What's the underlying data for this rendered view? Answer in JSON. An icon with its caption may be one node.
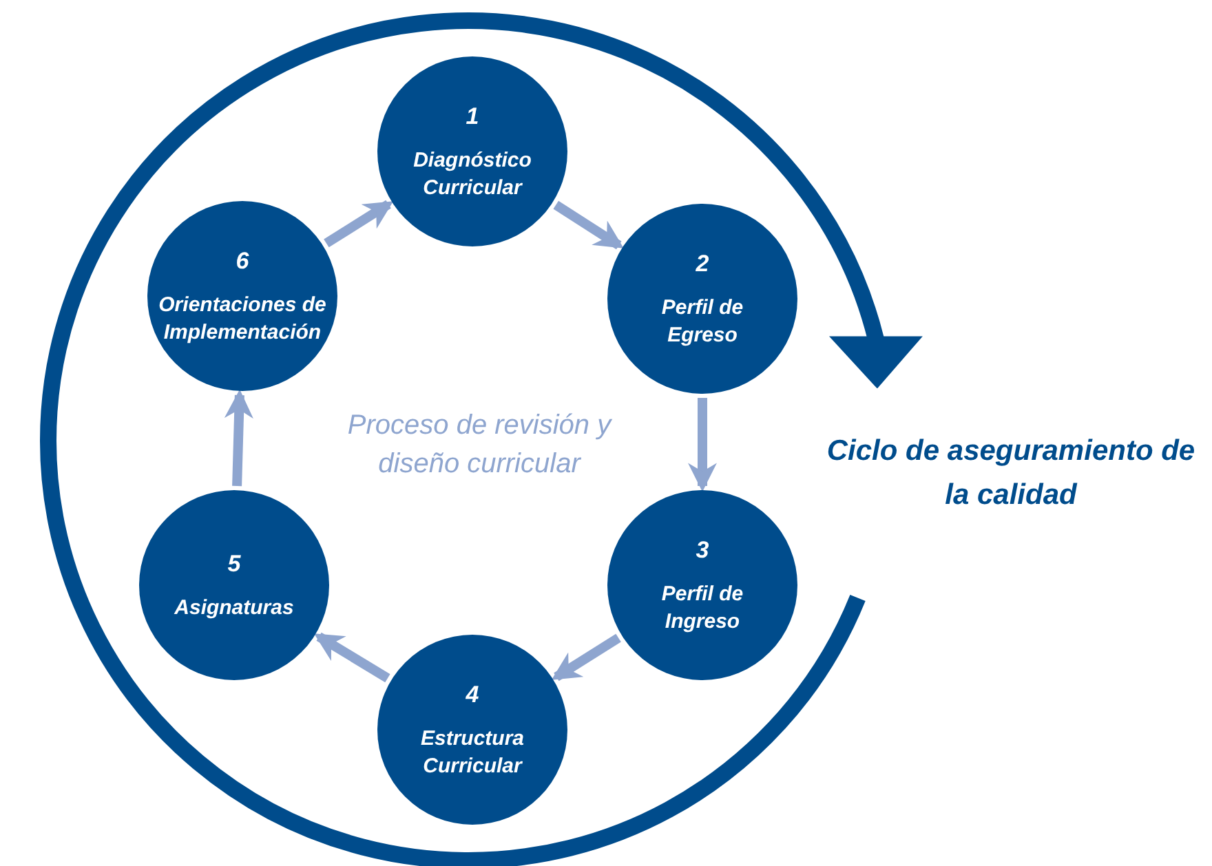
{
  "diagram": {
    "nodes": [
      {
        "text": [
          "1",
          "Diagnóstico Curricular"
        ]
      },
      {
        "text": [
          "2",
          "Perfil de Egreso"
        ]
      },
      {
        "text": [
          "3",
          "Perfil de Ingreso"
        ]
      },
      {
        "text": [
          "4",
          "Estructura Curricular"
        ]
      },
      {
        "text": [
          "5",
          "Asignaturas"
        ]
      },
      {
        "text": [
          "6",
          "Orientaciones de Implementación"
        ]
      }
    ],
    "edges": [
      {
        "from": 0,
        "to": 1,
        "arrow": "to"
      },
      {
        "from": 1,
        "to": 2,
        "arrow": "to"
      },
      {
        "from": 2,
        "to": 3,
        "arrow": "to"
      },
      {
        "from": 3,
        "to": 4,
        "arrow": "to"
      },
      {
        "from": 4,
        "to": 5,
        "arrow": "to"
      },
      {
        "from": 5,
        "to": 0,
        "arrow": "to"
      }
    ],
    "labels": [
      "Proceso de revisión y diseño curricular",
      "Ciclo de aseguramiento de la calidad"
    ]
  }
}
